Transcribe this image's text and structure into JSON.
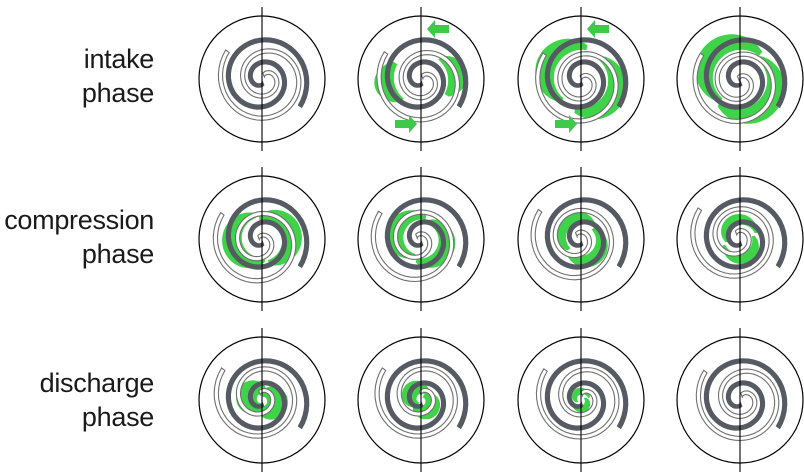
{
  "rows": [
    {
      "line1": "intake",
      "line2": "phase"
    },
    {
      "line1": "compression",
      "line2": "phase"
    },
    {
      "line1": "discharge",
      "line2": "phase"
    }
  ],
  "colors": {
    "fixed_scroll": "#565a63",
    "orbiting_scroll_outline": "#707070",
    "gas_pocket": "#3fd34a",
    "flow_arrow": "#3fc94a",
    "circle": "#000000"
  },
  "icons": [
    "fixed-scroll-icon",
    "orbiting-scroll-icon",
    "gas-pocket-icon",
    "inflow-arrow-icon"
  ]
}
